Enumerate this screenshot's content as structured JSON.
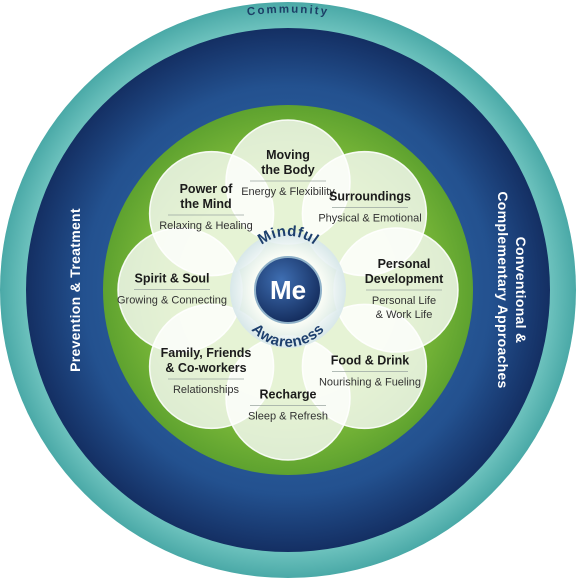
{
  "outer_ring": {
    "community": "Community",
    "left": "Prevention & Treatment",
    "right_line1": "Conventional &",
    "right_line2": "Complementary Approaches"
  },
  "center": {
    "me": "Me",
    "mindful": "Mindful",
    "awareness": "Awareness"
  },
  "petals": [
    {
      "title_lines": [
        "Moving",
        "the Body"
      ],
      "subtitle_lines": [
        "Energy & Flexibility"
      ]
    },
    {
      "title_lines": [
        "Surroundings"
      ],
      "subtitle_lines": [
        "Physical & Emotional"
      ]
    },
    {
      "title_lines": [
        "Personal",
        "Development"
      ],
      "subtitle_lines": [
        "Personal Life",
        "& Work Life"
      ]
    },
    {
      "title_lines": [
        "Food & Drink"
      ],
      "subtitle_lines": [
        "Nourishing & Fueling"
      ]
    },
    {
      "title_lines": [
        "Recharge"
      ],
      "subtitle_lines": [
        "Sleep & Refresh"
      ]
    },
    {
      "title_lines": [
        "Family, Friends",
        "& Co-workers"
      ],
      "subtitle_lines": [
        "Relationships"
      ]
    },
    {
      "title_lines": [
        "Spirit & Soul"
      ],
      "subtitle_lines": [
        "Growing & Connecting"
      ]
    },
    {
      "title_lines": [
        "Power of",
        "the Mind"
      ],
      "subtitle_lines": [
        "Relaxing & Healing"
      ]
    }
  ],
  "colors": {
    "outer_teal": "#5dbcb9",
    "navy": "#1f3f7c",
    "blue_mid": "#2a5fa0",
    "green": "#74b843",
    "petal": "#eef4e3",
    "center_navy": "#1d3b72"
  }
}
